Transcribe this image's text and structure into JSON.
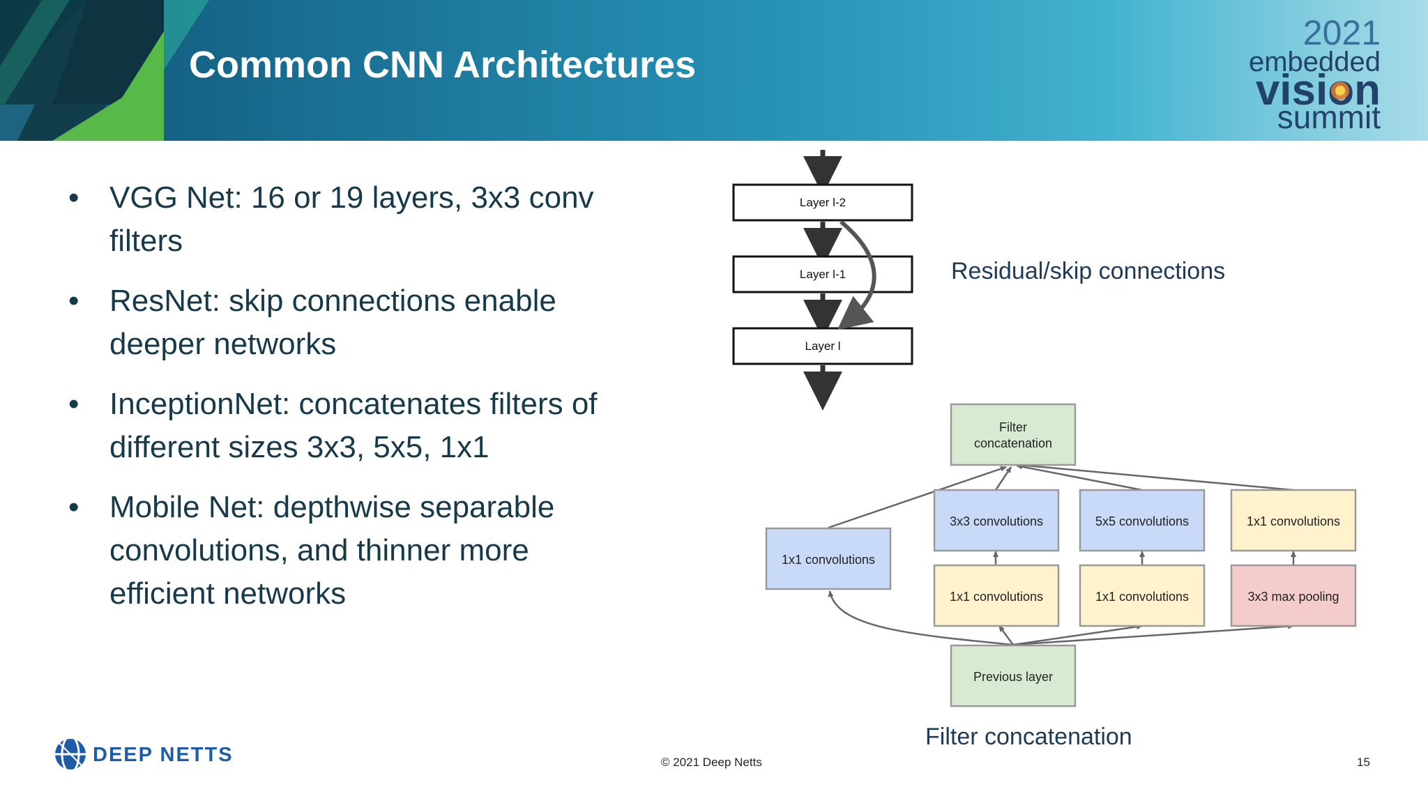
{
  "slide": {
    "title": "Common CNN Architectures",
    "bullets": [
      {
        "line1": "VGG Net: 16 or 19 layers, 3x3 conv",
        "line2": "filters"
      },
      {
        "line1": "ResNet: skip connections enable",
        "line2": "deeper networks"
      },
      {
        "line1": "InceptionNet: concatenates filters of",
        "line2": "different sizes 3x3, 5x5, 1x1"
      },
      {
        "line1": "Mobile Net: depthwise separable",
        "line2": "convolutions, and thinner more",
        "line3": "efficient networks"
      }
    ],
    "bullet_char": "•"
  },
  "event_logo": {
    "year": "2021",
    "line1": "embedded",
    "line2": "vision",
    "line3": "summit"
  },
  "resnet": {
    "layers": [
      "Layer l-2",
      "Layer l-1",
      "Layer l"
    ],
    "caption": "Residual/skip connections"
  },
  "inception": {
    "filter_concat_line1": "Filter",
    "filter_concat_line2": "concatenation",
    "conv3x3": "3x3 convolutions",
    "conv5x5": "5x5 convolutions",
    "conv1x1_top": "1x1 convolutions",
    "conv1x1_left": "1x1 convolutions",
    "conv1x1_a": "1x1 convolutions",
    "conv1x1_b": "1x1 convolutions",
    "maxpool": "3x3 max pooling",
    "previous": "Previous layer",
    "caption": "Filter concatenation"
  },
  "footer": {
    "copyright": "© 2021 Deep Netts",
    "page": "15",
    "brand": "DEEP NETTS"
  },
  "colors": {
    "title_text": "#ffffff",
    "body_text": "#173a4b",
    "green_box": "#d9ead3",
    "blue_box": "#c9daf8",
    "yellow_box": "#fff2cc",
    "red_box": "#f4cccc",
    "brand_blue": "#1e5ca8"
  }
}
